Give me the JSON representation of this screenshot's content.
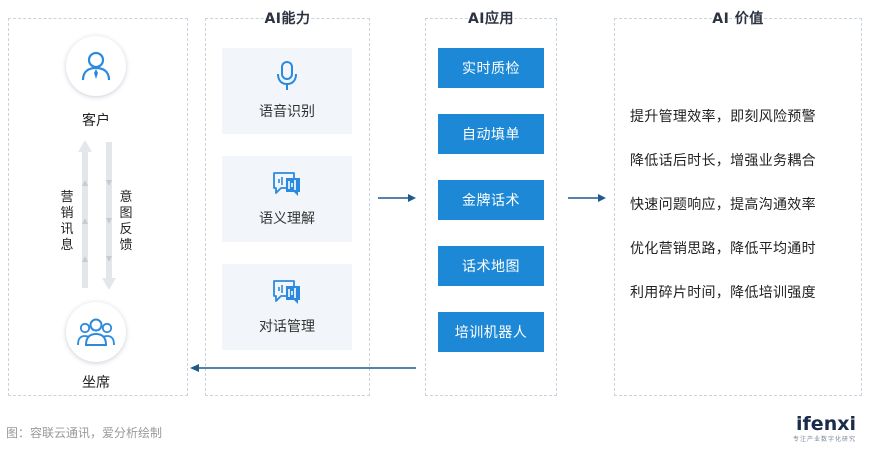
{
  "columns": {
    "ability_title": "AI能力",
    "application_title": "AI应用",
    "value_title": "AI 价值"
  },
  "roles": {
    "customer": "客户",
    "agent": "坐席"
  },
  "flows": {
    "up": "营销讯息",
    "down": "意图反馈"
  },
  "abilities": [
    {
      "label": "语音识别",
      "icon": "microphone-icon"
    },
    {
      "label": "语义理解",
      "icon": "speech-wave-icon"
    },
    {
      "label": "对话管理",
      "icon": "speech-wave-icon"
    }
  ],
  "applications": [
    {
      "label": "实时质检"
    },
    {
      "label": "自动填单"
    },
    {
      "label": "金牌话术"
    },
    {
      "label": "话术地图"
    },
    {
      "label": "培训机器人"
    }
  ],
  "values": [
    {
      "text": "提升管理效率，即刻风险预警"
    },
    {
      "text": "降低话后时长，增强业务耦合"
    },
    {
      "text": "快速问题响应，提高沟通效率"
    },
    {
      "text": "优化营销思路，降低平均通时"
    },
    {
      "text": "利用碎片时间，降低培训强度"
    }
  ],
  "footer": {
    "caption": "图：容联云通讯，爱分析绘制",
    "logo": "ifenxi",
    "logo_tagline": "专注产业数字化研究"
  },
  "colors": {
    "accent": "#1c88d6",
    "arrow": "#1f5a8e",
    "icon": "#2b8ae0"
  }
}
